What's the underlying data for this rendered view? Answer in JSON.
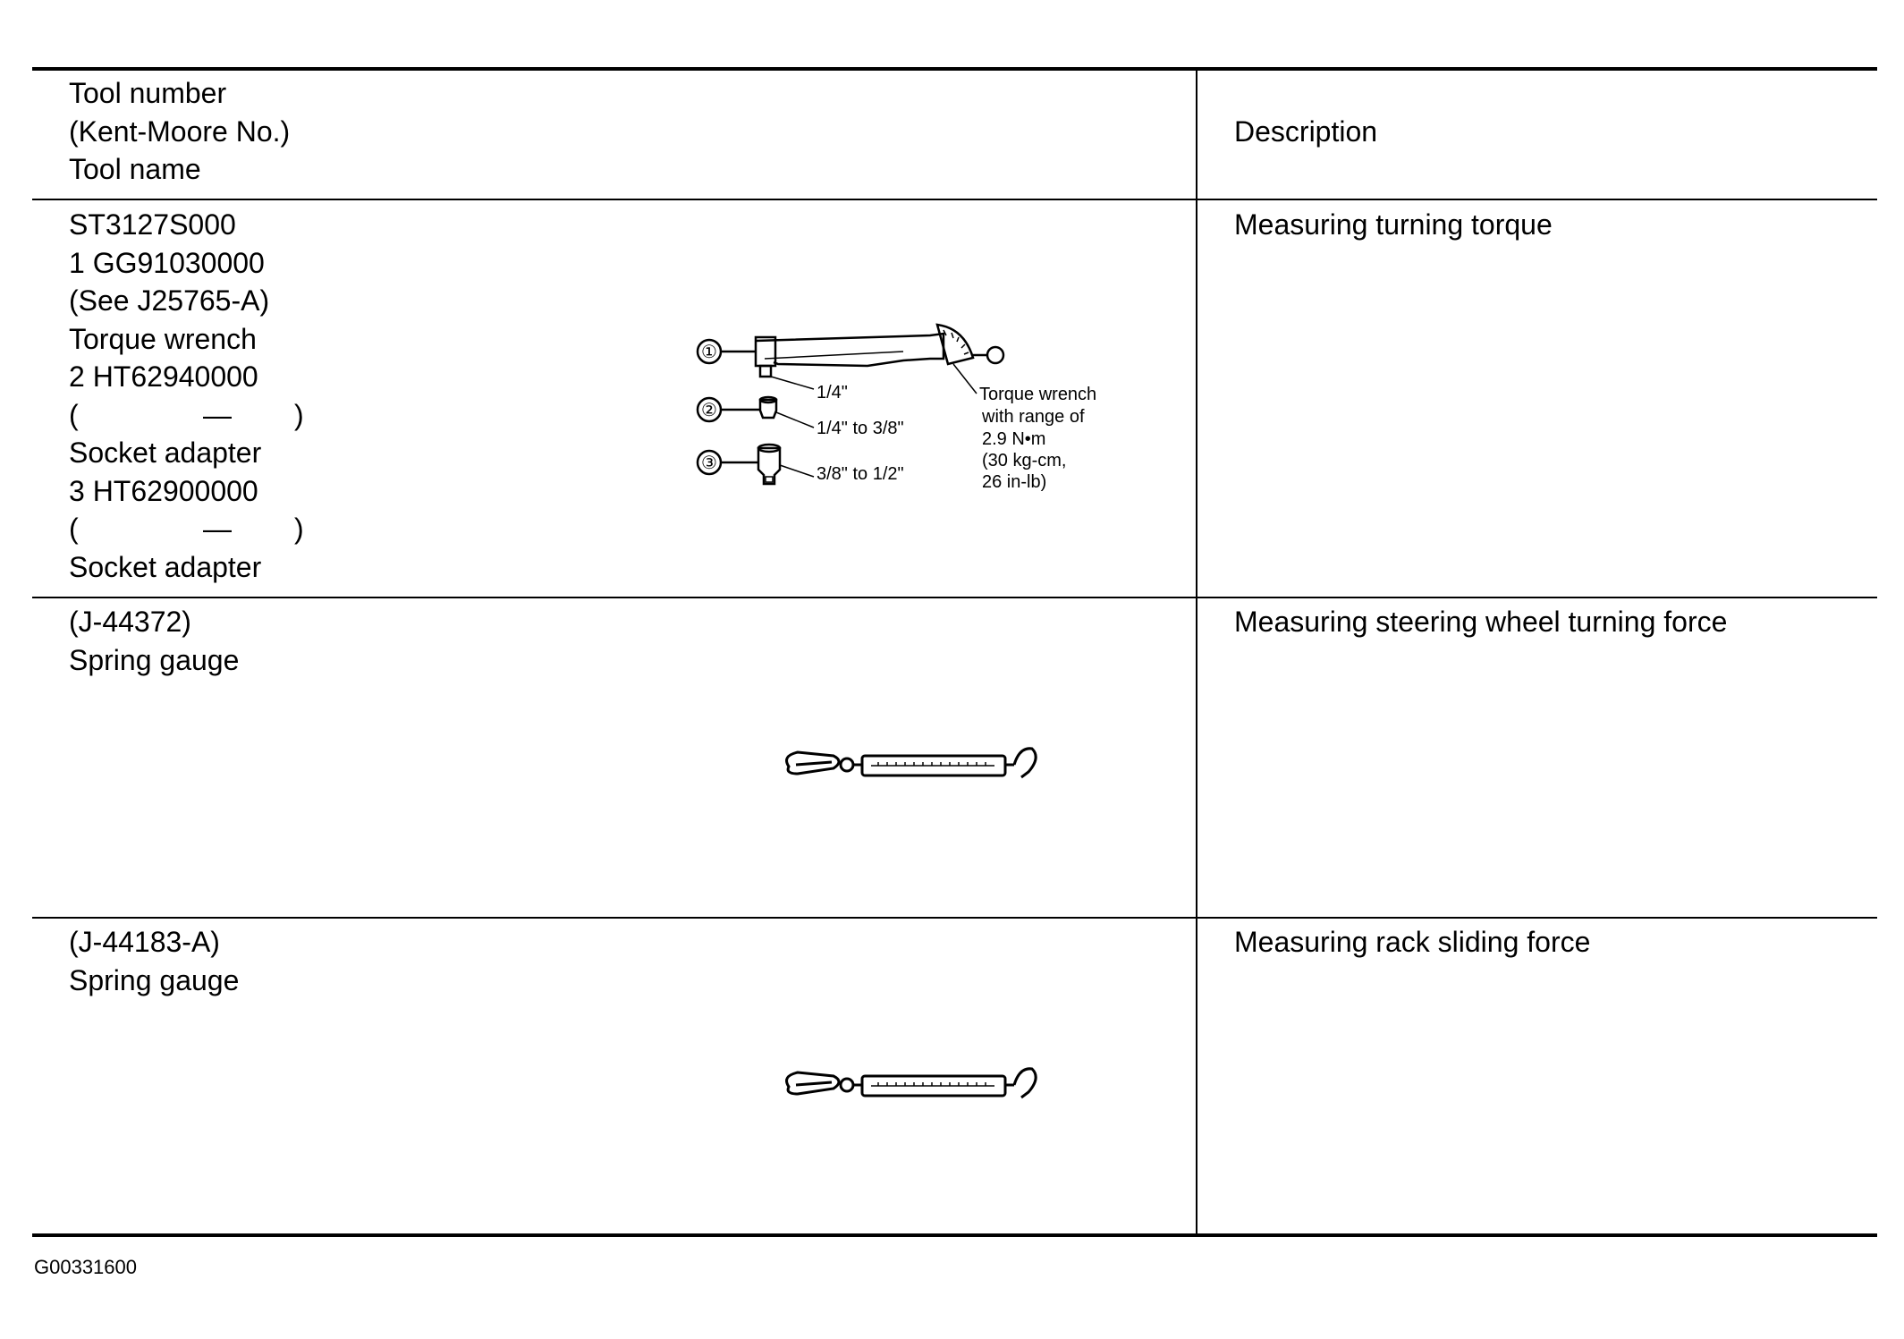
{
  "header": {
    "tool_col": [
      "Tool number",
      "(Kent-Moore No.)",
      "Tool name"
    ],
    "desc_col": "Description"
  },
  "rows": [
    {
      "tool_lines": [
        "ST3127S000",
        "1 GG91030000",
        "(See J25765-A)",
        "Torque wrench",
        "2 HT62940000"
      ],
      "paren1": {
        "open": "(",
        "dash": "—",
        "close": ")"
      },
      "tool_lines_b": [
        "Socket adapter",
        "3 HT62900000"
      ],
      "paren2": {
        "open": "(",
        "dash": "—",
        "close": ")"
      },
      "tool_lines_c": [
        "Socket adapter"
      ],
      "description": "Measuring turning torque",
      "figure": {
        "callouts": [
          "①",
          "②",
          "③"
        ],
        "sizes": [
          "1/4\"",
          "1/4\" to 3/8\"",
          "3/8\" to 1/2\""
        ],
        "note": [
          "Torque wrench",
          "with range of",
          "2.9 N•m",
          "(30 kg-cm,",
          "26 in-lb)"
        ]
      }
    },
    {
      "tool_lines": [
        "(J-44372)",
        "Spring gauge"
      ],
      "description": "Measuring steering wheel turning force"
    },
    {
      "tool_lines": [
        "(J-44183-A)",
        "Spring gauge"
      ],
      "description": "Measuring rack sliding force"
    }
  ],
  "figure_id": "G00331600"
}
